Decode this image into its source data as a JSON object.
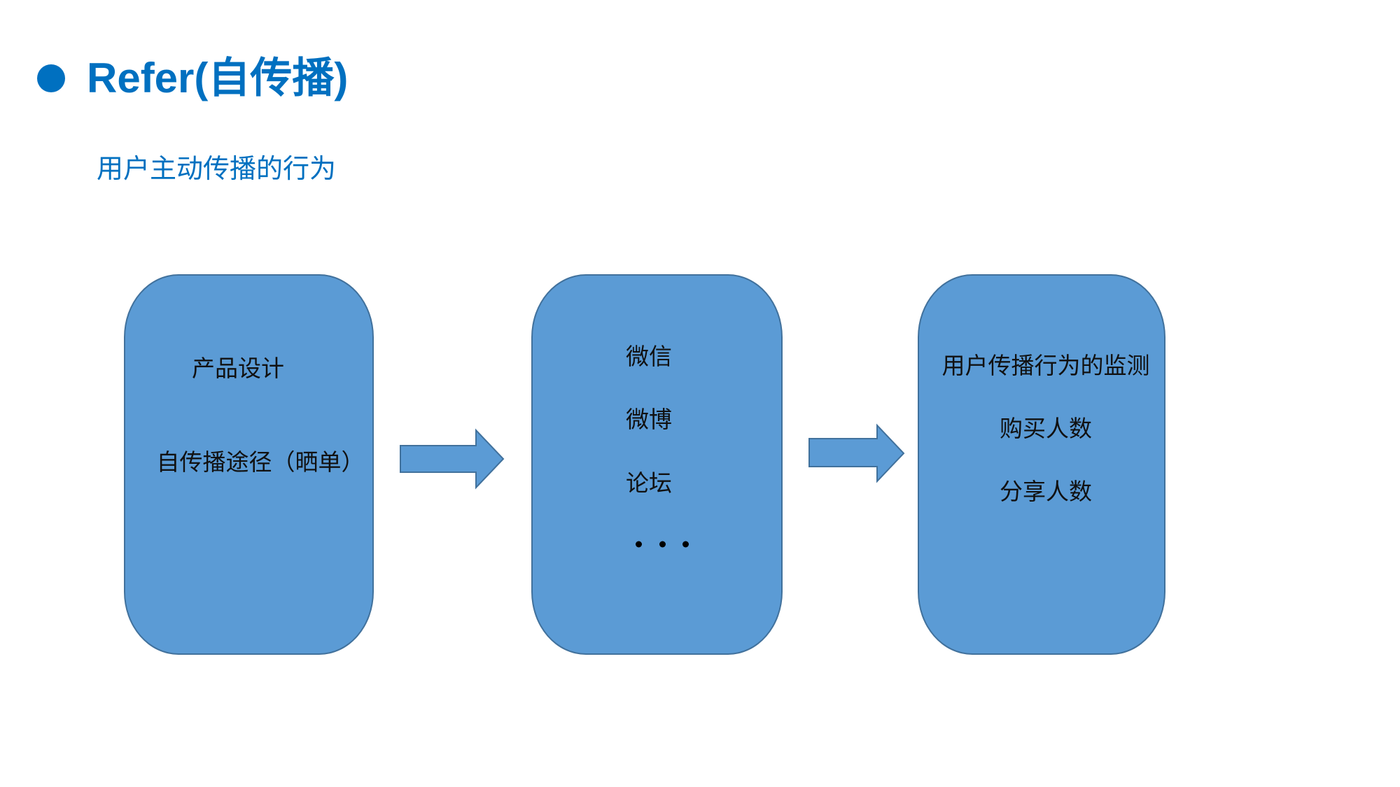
{
  "header": {
    "title": "Refer(自传播)",
    "subtitle": "用户主动传播的行为"
  },
  "colors": {
    "accent": "#0070c0",
    "box_fill": "#5b9bd5",
    "box_border": "#41719c"
  },
  "boxes": [
    {
      "items": [
        "产品设计",
        "自传播途径（晒单）"
      ]
    },
    {
      "items": [
        "微信",
        "微博",
        "论坛"
      ],
      "ellipsis": "• • •"
    },
    {
      "items": [
        "用户传播行为的监测",
        "购买人数",
        "分享人数"
      ]
    }
  ]
}
